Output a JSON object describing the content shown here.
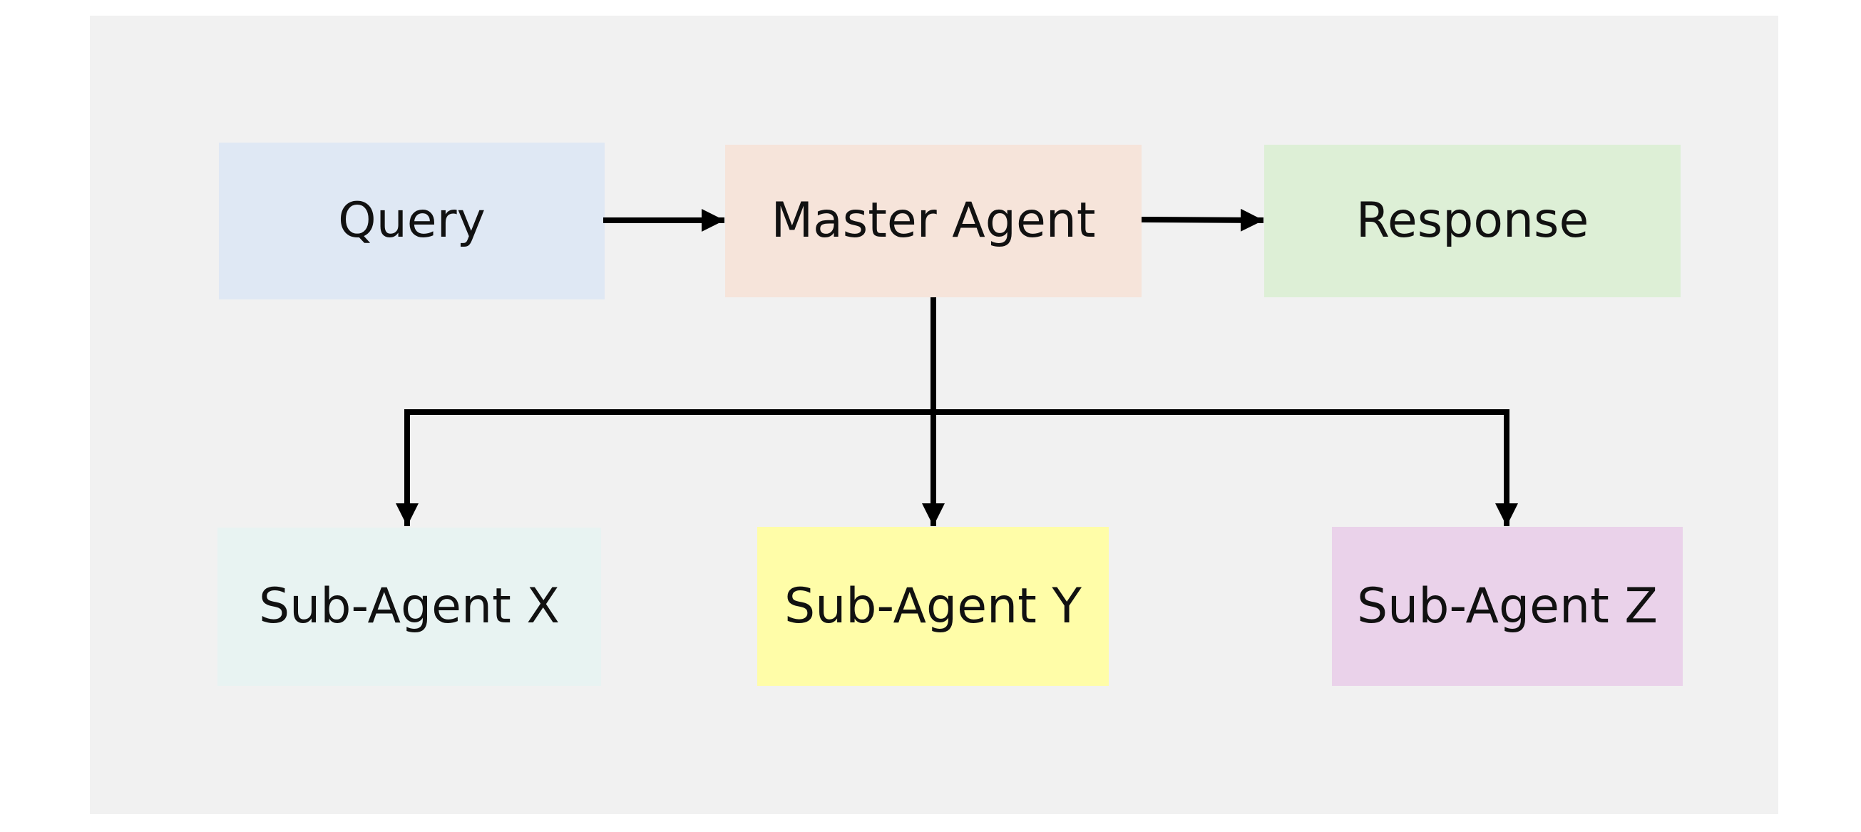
{
  "diagram": {
    "background": "#f1f1f1",
    "nodes": [
      {
        "id": "query",
        "label": "Query",
        "fill": "#dfe8f4"
      },
      {
        "id": "master",
        "label": "Master Agent",
        "fill": "#f6e4da"
      },
      {
        "id": "response",
        "label": "Response",
        "fill": "#ddefd6"
      },
      {
        "id": "sub_x",
        "label": "Sub-Agent X",
        "fill": "#e8f3f2"
      },
      {
        "id": "sub_y",
        "label": "Sub-Agent Y",
        "fill": "#fffda8"
      },
      {
        "id": "sub_z",
        "label": "Sub-Agent Z",
        "fill": "#ead2ea"
      }
    ],
    "edges": [
      {
        "from": "query",
        "to": "master"
      },
      {
        "from": "master",
        "to": "response"
      },
      {
        "from": "master",
        "to": "sub_x"
      },
      {
        "from": "master",
        "to": "sub_y"
      },
      {
        "from": "master",
        "to": "sub_z"
      }
    ],
    "line_color": "#000000"
  }
}
